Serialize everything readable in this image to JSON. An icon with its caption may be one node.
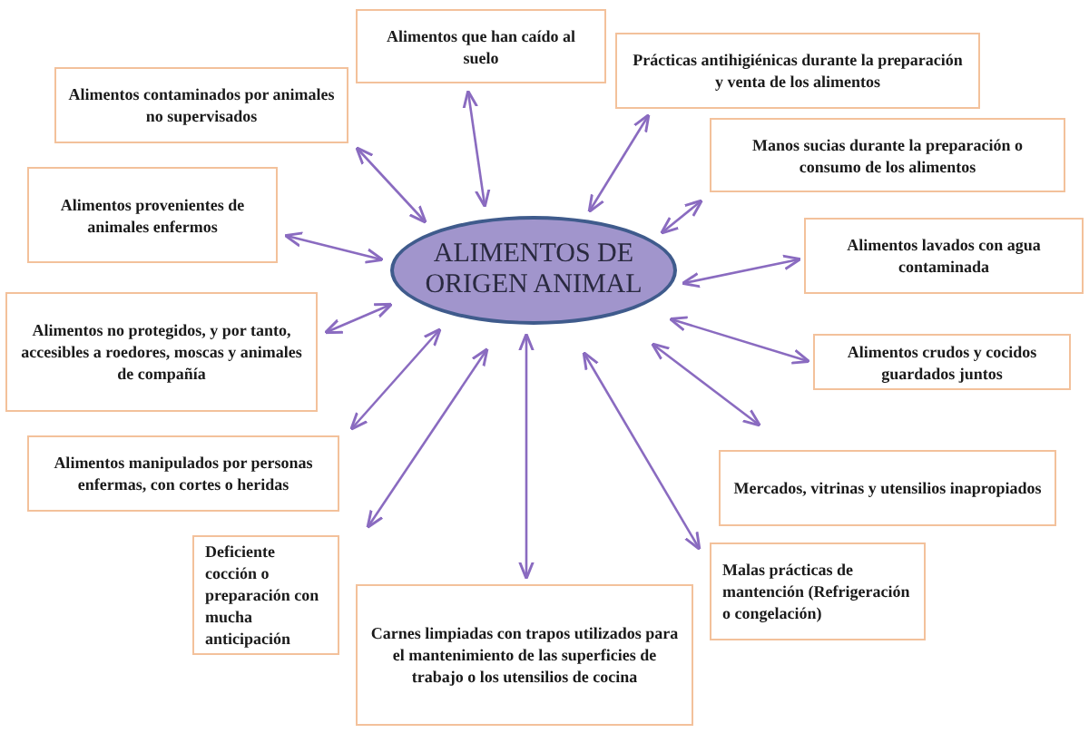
{
  "diagram": {
    "nodes": [
      {
        "text": [
          "ALIMENTOS DE ORIGEN ANIMAL"
        ]
      },
      {
        "text": [
          "Alimentos que han caído al suelo"
        ]
      },
      {
        "text": [
          "Alimentos contaminados por animales no supervisados"
        ]
      },
      {
        "text": [
          "Prácticas antihigiénicas durante la preparación y venta de los alimentos"
        ]
      },
      {
        "text": [
          "Manos sucias durante la preparación o consumo de los alimentos"
        ]
      },
      {
        "text": [
          "Alimentos provenientes de animales enfermos"
        ]
      },
      {
        "text": [
          "Alimentos lavados con agua contaminada"
        ]
      },
      {
        "text": [
          "Alimentos no protegidos, y por tanto, accesibles a roedores, moscas y animales de compañía"
        ]
      },
      {
        "text": [
          "Alimentos crudos y cocidos guardados juntos"
        ]
      },
      {
        "text": [
          "Alimentos manipulados por personas enfermas, con cortes o heridas"
        ]
      },
      {
        "text": [
          "Mercados, vitrinas y utensilios inapropiados"
        ]
      },
      {
        "text": [
          "Deficiente cocción o preparación con mucha anticipación"
        ]
      },
      {
        "text": [
          "Malas prácticas de mantención (Refrigeración o congelación)"
        ]
      },
      {
        "text": [
          "Carnes limpiadas con trapos utilizados para el mantenimiento de las superficies de trabajo o los utensilios de cocina"
        ]
      }
    ],
    "edges": [
      {
        "from": 0,
        "to": 1,
        "arrow": "both"
      },
      {
        "from": 0,
        "to": 2,
        "arrow": "both"
      },
      {
        "from": 0,
        "to": 3,
        "arrow": "both"
      },
      {
        "from": 0,
        "to": 4,
        "arrow": "both"
      },
      {
        "from": 0,
        "to": 5,
        "arrow": "both"
      },
      {
        "from": 0,
        "to": 6,
        "arrow": "both"
      },
      {
        "from": 0,
        "to": 7,
        "arrow": "both"
      },
      {
        "from": 0,
        "to": 8,
        "arrow": "both"
      },
      {
        "from": 0,
        "to": 9,
        "arrow": "both"
      },
      {
        "from": 0,
        "to": 10,
        "arrow": "both"
      },
      {
        "from": 0,
        "to": 11,
        "arrow": "both"
      },
      {
        "from": 0,
        "to": 12,
        "arrow": "both"
      },
      {
        "from": 0,
        "to": 13,
        "arrow": "both"
      }
    ]
  }
}
